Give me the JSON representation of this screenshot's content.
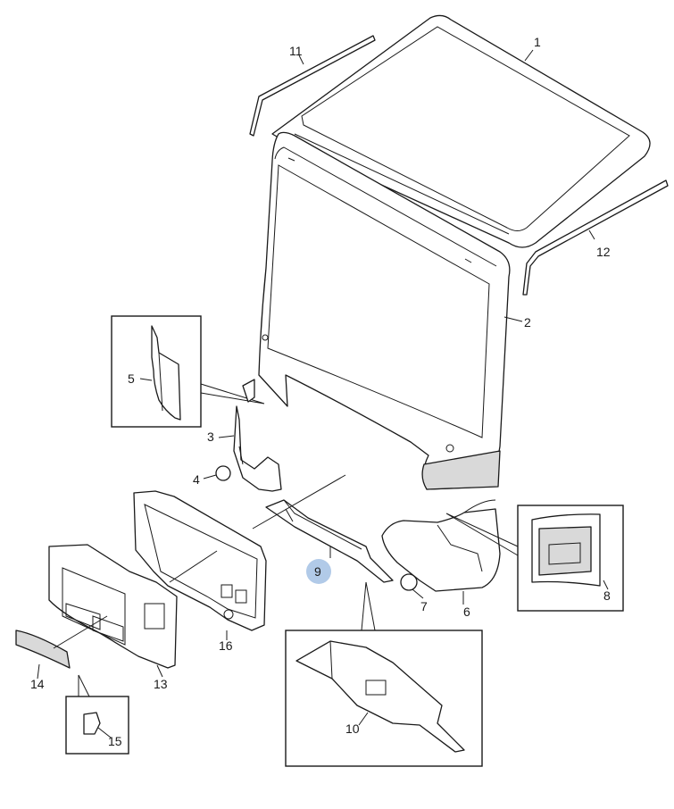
{
  "diagram": {
    "highlight_color": "#a9c4e6",
    "callouts": {
      "c1": "1",
      "c2": "2",
      "c3": "3",
      "c4": "4",
      "c5": "5",
      "c6": "6",
      "c7": "7",
      "c8": "8",
      "c9": "9",
      "c10": "10",
      "c11": "11",
      "c12": "12",
      "c13": "13",
      "c14": "14",
      "c15": "15",
      "c16": "16"
    },
    "highlighted_callout": "9"
  }
}
